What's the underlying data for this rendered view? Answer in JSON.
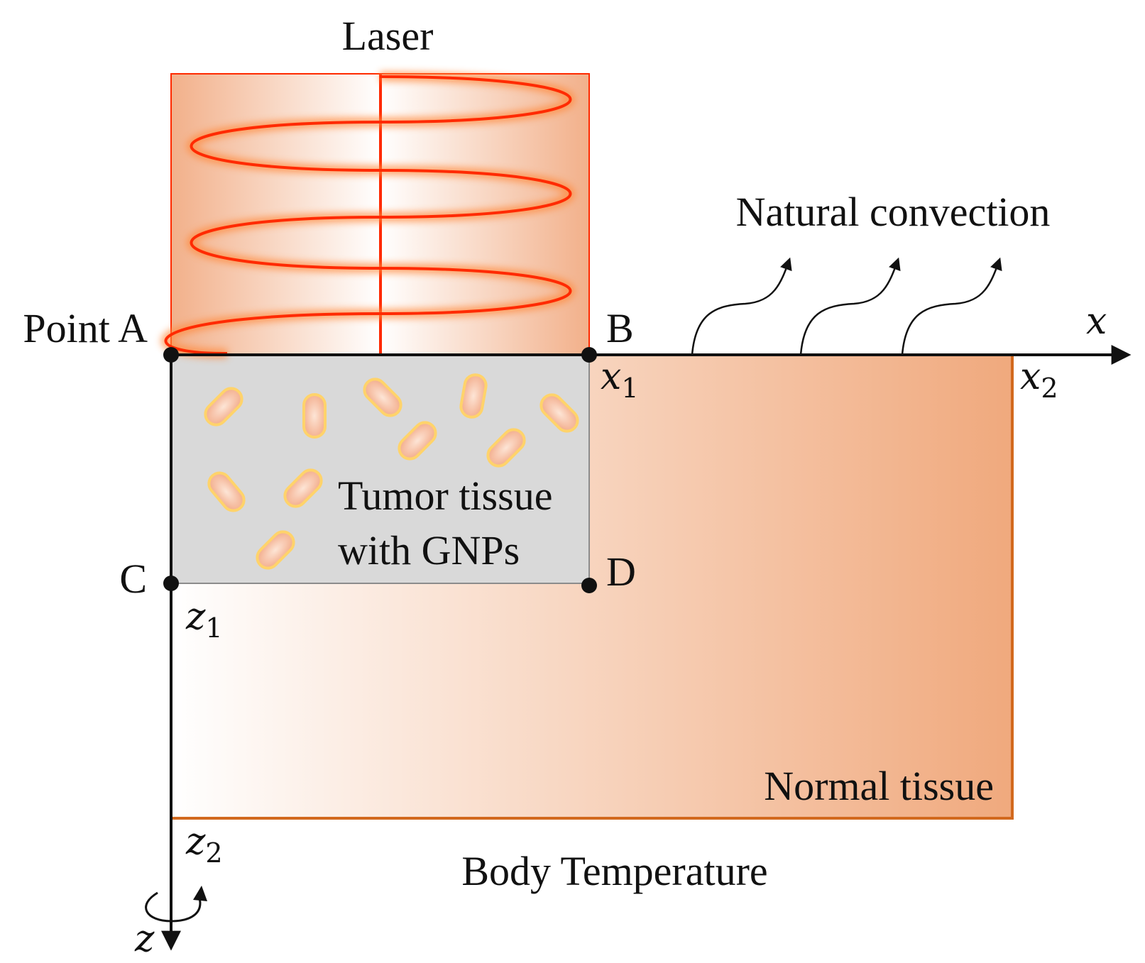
{
  "labels": {
    "laser": "Laser",
    "natural_convection": "Natural convection",
    "point_a": "Point A",
    "point_b": "B",
    "point_c": "C",
    "point_d": "D",
    "tumor_line1": "Tumor tissue",
    "tumor_line2": "with GNPs",
    "normal_tissue": "Normal tissue",
    "body_temperature": "Body Temperature"
  },
  "axes": {
    "x_name": "x",
    "x1_base": "x",
    "x1_sub": "1",
    "x2_base": "x",
    "x2_sub": "2",
    "z_name": "z",
    "z1_base": "z",
    "z1_sub": "1",
    "z2_base": "z",
    "z2_sub": "2"
  },
  "colors": {
    "laser_beam": "#ff2a00",
    "laser_fill": "#f1ab7f",
    "normal_tissue_fill": "#f2ad83",
    "normal_tissue_border": "#d2691e",
    "tumor_fill": "#d9d9d9",
    "gnp_fill": "#f7c2a7",
    "gnp_edge": "#ffd36b"
  }
}
